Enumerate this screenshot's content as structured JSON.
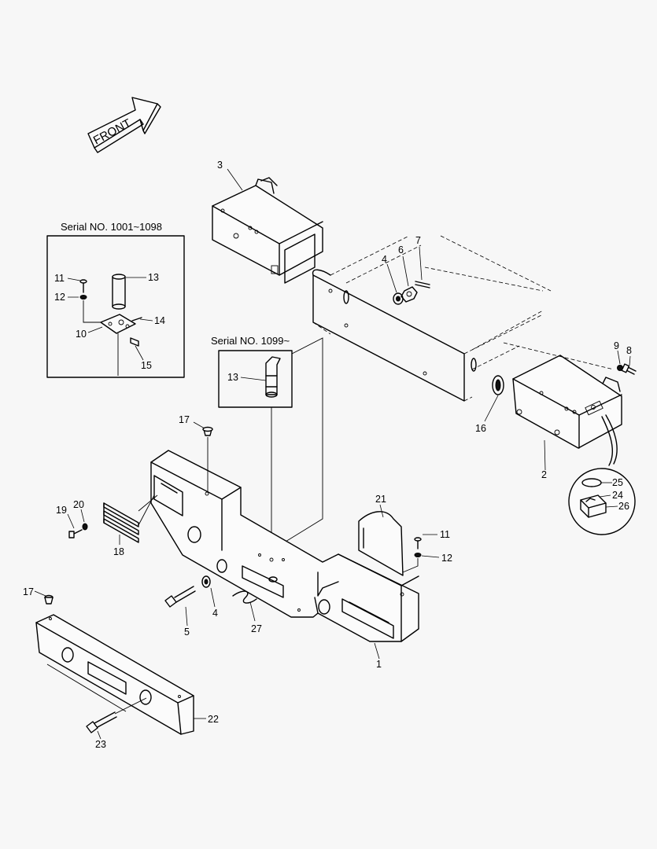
{
  "front_label": "FRONT",
  "insets": {
    "early": "Serial NO. 1001~1098",
    "late": "Serial NO.  1099~"
  },
  "callouts": {
    "p1": "1",
    "p2": "2",
    "p3": "3",
    "p4a": "4",
    "p4b": "4",
    "p5": "5",
    "p6": "6",
    "p7": "7",
    "p8": "8",
    "p9": "9",
    "p10": "10",
    "p11a": "11",
    "p11b": "11",
    "p12a": "12",
    "p12b": "12",
    "p13a": "13",
    "p13b": "13",
    "p14": "14",
    "p15": "15",
    "p16": "16",
    "p17a": "17",
    "p17b": "17",
    "p18": "18",
    "p19": "19",
    "p20": "20",
    "p21": "21",
    "p22": "22",
    "p23": "23",
    "p24": "24",
    "p25": "25",
    "p26": "26",
    "p27": "27"
  }
}
